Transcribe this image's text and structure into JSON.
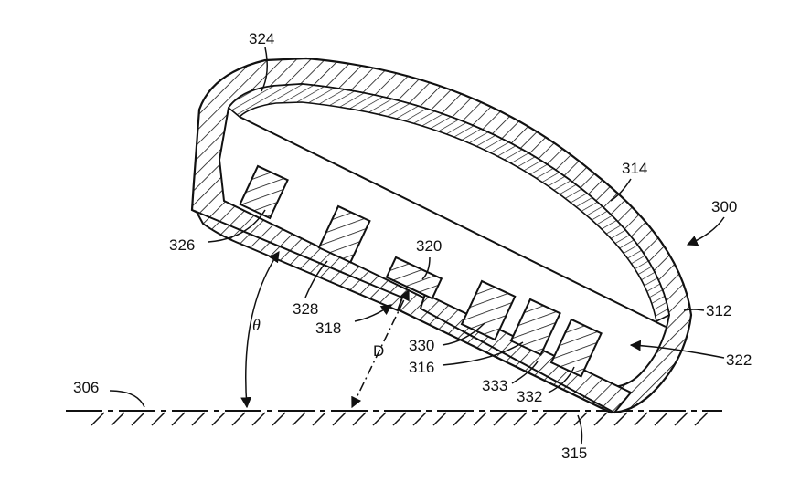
{
  "figure": {
    "labels": {
      "l324": "324",
      "l314": "314",
      "l300": "300",
      "l326": "326",
      "l320": "320",
      "l328": "328",
      "l318": "318",
      "l312": "312",
      "l330": "330",
      "l322": "322",
      "l316": "316",
      "l333": "333",
      "l332": "332",
      "l306": "306",
      "l315": "315",
      "theta": "θ",
      "distance": "D"
    },
    "colors": {
      "ink": "#111111",
      "background": "#ffffff"
    }
  }
}
